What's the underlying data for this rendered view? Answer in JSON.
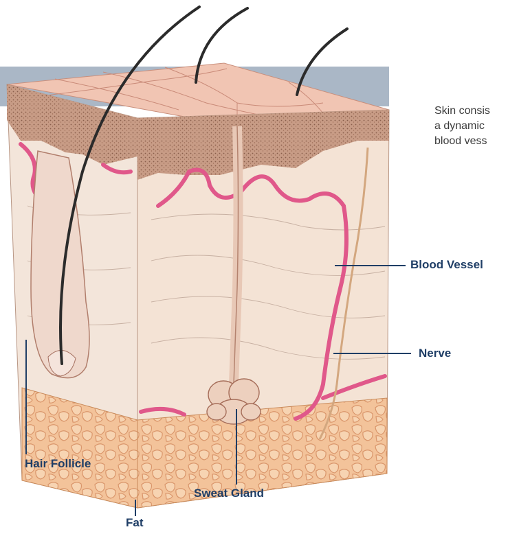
{
  "colors": {
    "banner": "#aab7c6",
    "label": "#1f3e66",
    "leader_line": "#1f3e66",
    "skin_surface": "#f1c5b3",
    "epidermis": "#c89c86",
    "dermis": "#f3e5da",
    "fat": "#f3c39a",
    "blood_vessel": "#e0588a",
    "hair": "#2b2b2b"
  },
  "body_text": {
    "line1": "Skin consis",
    "line2": "a dynamic",
    "line3": "blood vess"
  },
  "labels": {
    "blood_vessel": "Blood Vessel",
    "nerve": "Nerve",
    "hair_follicle": "Hair Follicle",
    "sweat_gland": "Sweat Gland",
    "fat": "Fat"
  }
}
